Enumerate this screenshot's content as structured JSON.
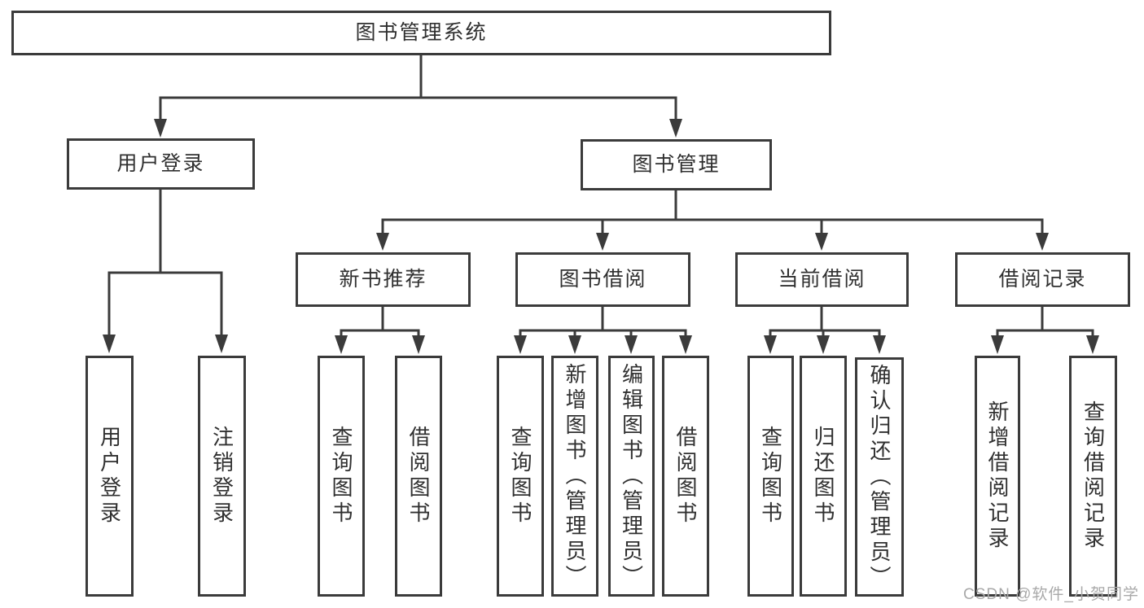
{
  "diagram_title": "图书管理系统",
  "nodes": {
    "root": "图书管理系统",
    "user_login_group": "用户登录",
    "book_mgmt_group": "图书管理",
    "new_book_rec": "新书推荐",
    "book_borrow": "图书借阅",
    "current_borrow": "当前借阅",
    "borrow_records": "借阅记录",
    "user_login": "用户登录",
    "logout": "注销登录",
    "rec_query_books": "查询图书",
    "rec_borrow_books": "借阅图书",
    "bb_query_books": "查询图书",
    "bb_add_books": "新增图书（管理员）",
    "bb_edit_books": "编辑图书（管理员）",
    "bb_borrow_books": "借阅图书",
    "cb_query_books": "查询图书",
    "cb_return_books": "归还图书",
    "cb_confirm_return": "确认归还（管理员）",
    "br_add_record": "新增借阅记录",
    "br_query_record": "查询借阅记录"
  },
  "hierarchy": {
    "图书管理系统": {
      "用户登录": [
        "用户登录",
        "注销登录"
      ],
      "图书管理": {
        "新书推荐": [
          "查询图书",
          "借阅图书"
        ],
        "图书借阅": [
          "查询图书",
          "新增图书（管理员）",
          "编辑图书（管理员）",
          "借阅图书"
        ],
        "当前借阅": [
          "查询图书",
          "归还图书",
          "确认归还（管理员）"
        ],
        "借阅记录": [
          "新增借阅记录",
          "查询借阅记录"
        ]
      }
    }
  },
  "watermark": {
    "text": "CSDN @软件_小贺同学"
  },
  "colors": {
    "line": "#3b3b3b",
    "text": "#303030",
    "watermark": "#a9a9a9",
    "background": "#ffffff"
  }
}
